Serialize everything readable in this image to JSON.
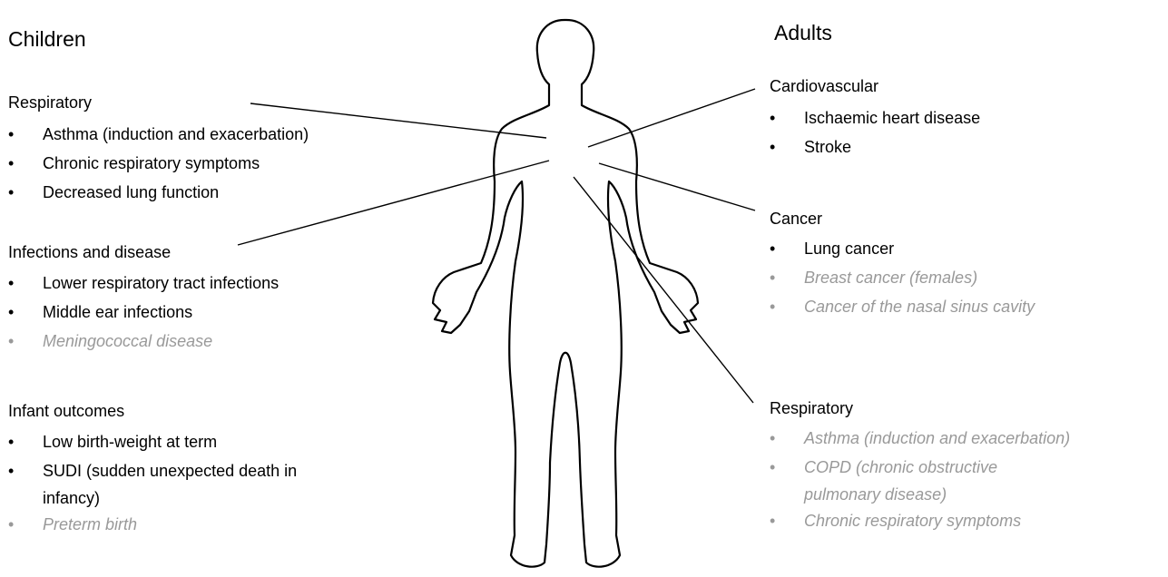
{
  "children": {
    "title": "Children",
    "groups": [
      {
        "heading": "Respiratory",
        "items": [
          {
            "text": "Asthma (induction and exacerbation)",
            "weak": false
          },
          {
            "text": "Chronic respiratory symptoms",
            "weak": false
          },
          {
            "text": "Decreased lung function",
            "weak": false
          }
        ]
      },
      {
        "heading": "Infections and disease",
        "items": [
          {
            "text": "Lower respiratory tract infections",
            "weak": false
          },
          {
            "text": "Middle ear infections",
            "weak": false
          },
          {
            "text": "Meningococcal disease",
            "weak": true
          }
        ]
      },
      {
        "heading": "Infant outcomes",
        "items": [
          {
            "text": "Low birth-weight at term",
            "weak": false
          },
          {
            "text": "SUDI (sudden unexpected death in infancy)",
            "weak": false
          },
          {
            "text": "Preterm birth",
            "weak": true
          }
        ]
      }
    ]
  },
  "adults": {
    "title": "Adults",
    "groups": [
      {
        "heading": "Cardiovascular",
        "items": [
          {
            "text": "Ischaemic heart disease",
            "weak": false
          },
          {
            "text": "Stroke",
            "weak": false
          }
        ]
      },
      {
        "heading": "Cancer",
        "items": [
          {
            "text": "Lung cancer",
            "weak": false
          },
          {
            "text": "Breast cancer (females)",
            "weak": true
          },
          {
            "text": "Cancer of the nasal sinus cavity",
            "weak": true
          }
        ]
      },
      {
        "heading": "Respiratory",
        "items": [
          {
            "text": "Asthma (induction and exacerbation)",
            "weak": true
          },
          {
            "text": "COPD (chronic obstructive pulmonary disease)",
            "weak": true
          },
          {
            "text": "Chronic respiratory symptoms",
            "weak": true
          }
        ]
      }
    ]
  },
  "colors": {
    "established": "#000000",
    "weak_evidence": "#999999"
  },
  "icon": "human-body-outline-icon"
}
